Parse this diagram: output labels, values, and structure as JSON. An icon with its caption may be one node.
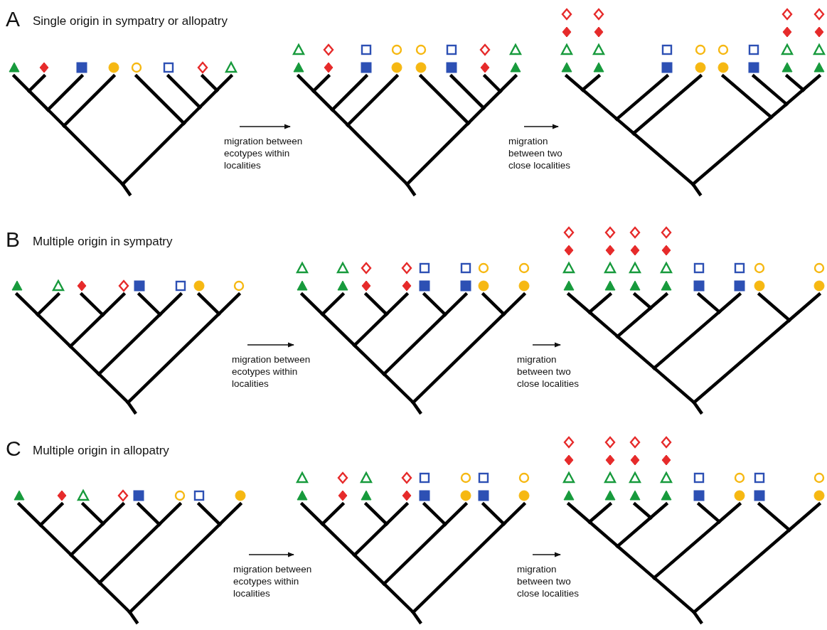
{
  "diagram": {
    "nodes": [
      {
        "text": [],
        "shape": "tree"
      },
      {
        "text": [],
        "shape": "tree"
      },
      {
        "text": [],
        "shape": "tree"
      },
      {
        "text": [],
        "shape": "tree"
      },
      {
        "text": [],
        "shape": "tree"
      },
      {
        "text": [],
        "shape": "tree"
      },
      {
        "text": [],
        "shape": "tree"
      },
      {
        "text": [],
        "shape": "tree"
      },
      {
        "text": [],
        "shape": "tree"
      }
    ],
    "edges": [
      {
        "from": 0,
        "to": 1,
        "arrow": "to",
        "label": "migration between ecotypes within localities"
      },
      {
        "from": 1,
        "to": 2,
        "arrow": "to",
        "label": "migration between two close localities"
      },
      {
        "from": 3,
        "to": 4,
        "arrow": "to",
        "label": "migration between ecotypes within localities"
      },
      {
        "from": 4,
        "to": 5,
        "arrow": "to",
        "label": "migration between two close localities"
      },
      {
        "from": 6,
        "to": 7,
        "arrow": "to",
        "label": "migration between ecotypes within localities"
      },
      {
        "from": 7,
        "to": 8,
        "arrow": "to",
        "label": "migration between two close localities"
      }
    ],
    "labels": [
      "A",
      "Single origin in sympatry or allopatry",
      "B",
      "Multiple origin in sympatry",
      "C",
      "Multiple origin in allopatry"
    ]
  }
}
